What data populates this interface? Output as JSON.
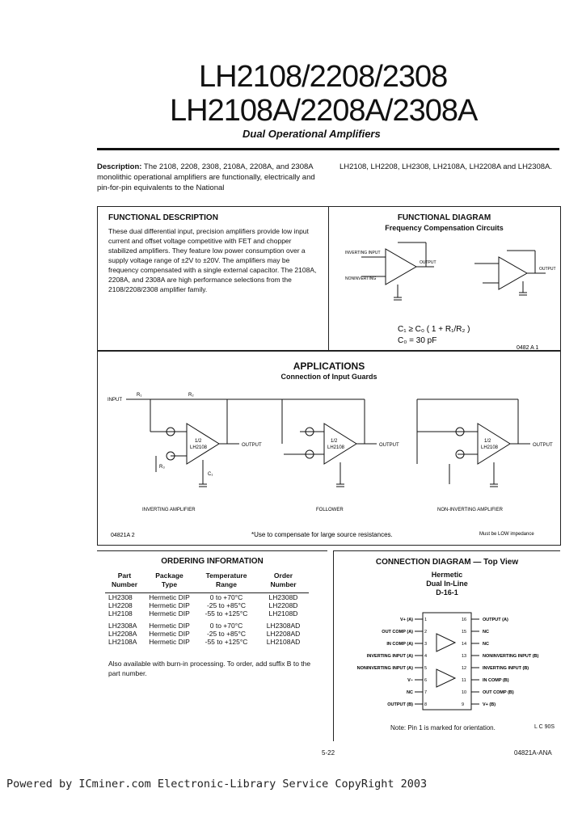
{
  "header": {
    "title_line1": "LH2108/2208/2308",
    "title_line2": "LH2108A/2208A/2308A",
    "subtitle": "Dual Operational Amplifiers"
  },
  "description": {
    "lead": "Description:",
    "left_text": "The 2108, 2208, 2308, 2108A, 2208A, and 2308A monolithic operational amplifiers are functionally, electrically and pin-for-pin equivalents to the National",
    "right_text": "LH2108, LH2208, LH2308, LH2108A, LH2208A and LH2308A."
  },
  "functional_description": {
    "heading": "FUNCTIONAL DESCRIPTION",
    "body": "These dual differential input, precision amplifiers provide low input current and offset voltage competitive with FET and chopper stabilized amplifiers. They feature low power consumption over a supply voltage range of ±2V to ±20V. The amplifiers may be frequency compensated with a single external capacitor. The 2108A, 2208A, and 2308A are high performance selections from the 2108/2208/2308 amplifier family."
  },
  "functional_diagram": {
    "heading": "FUNCTIONAL DIAGRAM",
    "subheading": "Frequency Compensation Circuits",
    "formula": "C₁ ≥ C₀ ( 1 + R₁/R₂ )",
    "cap_note": "C₀ = 30 pF",
    "ref": "0482 A 1"
  },
  "applications": {
    "heading": "APPLICATIONS",
    "subheading": "Connection of Input Guards",
    "amp_label_1": "1/2",
    "amp_label_2": "LH2108",
    "input_label": "INPUT",
    "output_label": "OUTPUT",
    "r1": "R₁",
    "r2": "R₂",
    "r3": "R₃",
    "c1": "C₁",
    "caption_left": "INVERTING AMPLIFIER",
    "caption_mid": "FOLLOWER",
    "caption_right": "NON-INVERTING AMPLIFIER",
    "ref": "04821A 2",
    "footnote": "*Use to compensate for large source resistances.",
    "note_right": "Must be LOW impedance"
  },
  "ordering": {
    "heading": "ORDERING INFORMATION",
    "columns": [
      "Part Number",
      "Package Type",
      "Temperature Range",
      "Order Number"
    ],
    "rows": [
      [
        "LH2308",
        "Hermetic DIP",
        "0 to +70°C",
        "LH2308D"
      ],
      [
        "LH2208",
        "Hermetic DIP",
        "-25 to +85°C",
        "LH2208D"
      ],
      [
        "LH2108",
        "Hermetic DIP",
        "-55 to +125°C",
        "LH2108D"
      ],
      [
        "LH2308A",
        "Hermetic DIP",
        "0 to +70°C",
        "LH2308AD"
      ],
      [
        "LH2208A",
        "Hermetic DIP",
        "-25 to +85°C",
        "LH2208AD"
      ],
      [
        "LH2108A",
        "Hermetic DIP",
        "-55 to +125°C",
        "LH2108AD"
      ]
    ],
    "note": "Also available with burn-in processing. To order, add suffix B to the part number."
  },
  "connection": {
    "heading": "CONNECTION DIAGRAM — Top View",
    "package_line1": "Hermetic",
    "package_line2": "Dual In-Line",
    "package_line3": "D-16-1",
    "left_pins": [
      {
        "num": "1",
        "label": "V+ (A)"
      },
      {
        "num": "2",
        "label": "OUT COMP (A)"
      },
      {
        "num": "3",
        "label": "IN COMP (A)"
      },
      {
        "num": "4",
        "label": "INVERTING INPUT (A)"
      },
      {
        "num": "5",
        "label": "NONINVERTING INPUT (A)"
      },
      {
        "num": "6",
        "label": "V−"
      },
      {
        "num": "7",
        "label": "NC"
      },
      {
        "num": "8",
        "label": "OUTPUT (B)"
      }
    ],
    "right_pins": [
      {
        "num": "16",
        "label": "OUTPUT (A)"
      },
      {
        "num": "15",
        "label": "NC"
      },
      {
        "num": "14",
        "label": "NC"
      },
      {
        "num": "13",
        "label": "NONINVERTING INPUT (B)"
      },
      {
        "num": "12",
        "label": "INVERTING INPUT (B)"
      },
      {
        "num": "11",
        "label": "IN COMP (B)"
      },
      {
        "num": "10",
        "label": "OUT COMP (B)"
      },
      {
        "num": "9",
        "label": "V+ (B)"
      }
    ],
    "note": "Note: Pin 1 is marked for orientation.",
    "ref": "L C 90S"
  },
  "page": {
    "number": "5-22",
    "ref": "04821A-ANA"
  },
  "footer": "Powered by ICminer.com Electronic-Library Service CopyRight 2003"
}
